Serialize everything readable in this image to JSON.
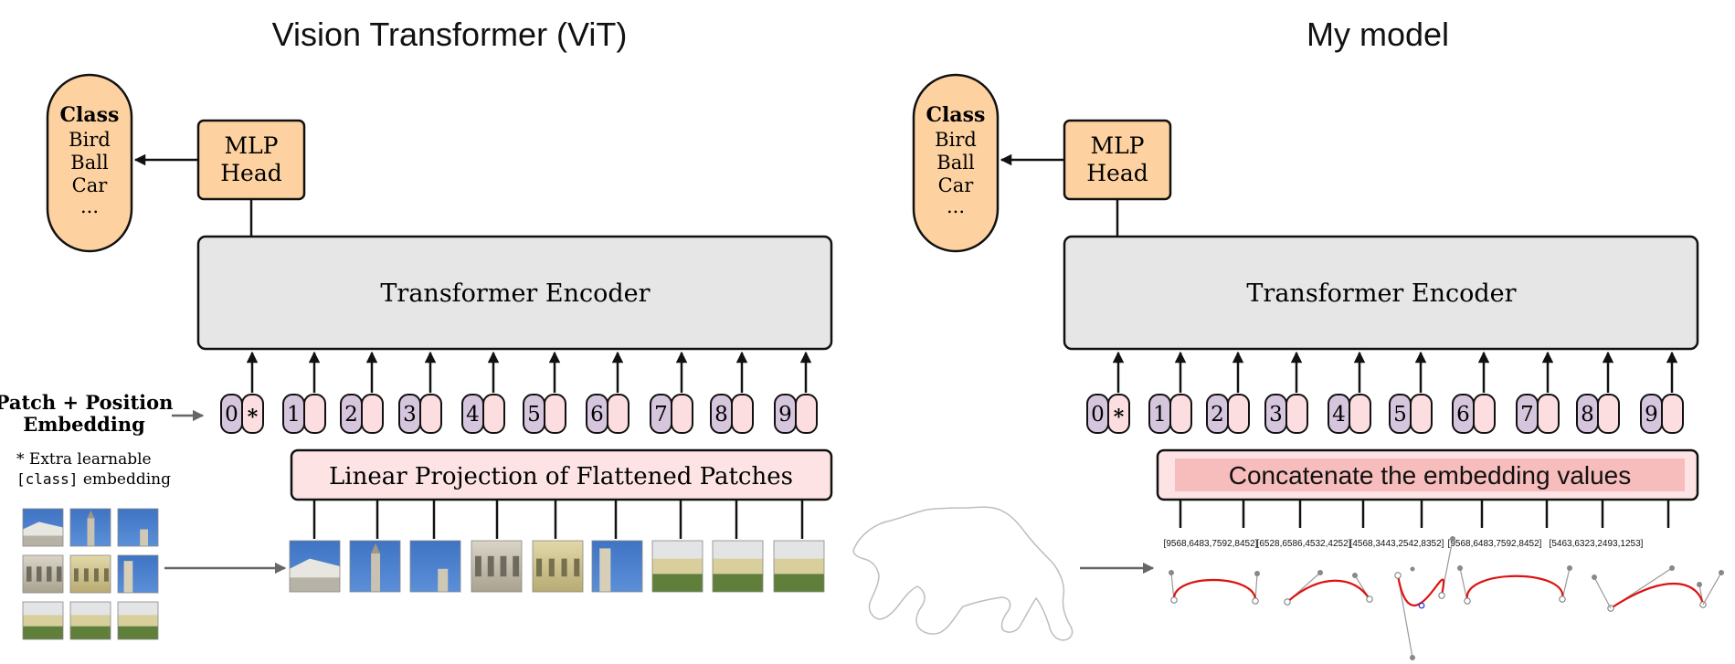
{
  "titles": {
    "left": "Vision Transformer (ViT)",
    "right": "My model"
  },
  "class_box": {
    "heading": "Class",
    "items": [
      "Bird",
      "Ball",
      "Car",
      "..."
    ]
  },
  "mlp_head": {
    "line1": "MLP",
    "line2": "Head"
  },
  "encoder": {
    "label": "Transformer Encoder"
  },
  "embedding_label": {
    "line1": "Patch + Position",
    "line2": "Embedding"
  },
  "extra_note": {
    "line1": "* Extra learnable",
    "code": "[class]",
    "rest": " embedding"
  },
  "token_numbers": [
    "0",
    "1",
    "2",
    "3",
    "4",
    "5",
    "6",
    "7",
    "8",
    "9"
  ],
  "class_token_mark": "*",
  "projection_left": "Linear Projection of Flattened Patches",
  "projection_right": "Concatenate the embedding values",
  "curve_values": [
    "[9568,6483,7592,8452]",
    "[6528,6586,4532,4252]",
    "[4568,3443,2542,8352]",
    "[9568,6483,7592,8452]",
    "[5463,6323,2493,1253]"
  ],
  "colors": {
    "orange_fill": "#fdd2a0",
    "encoder_fill": "#e6e6e6",
    "token_purple": "#d6c6dd",
    "token_pink": "#fcdde0",
    "projection_fill": "#fde3e3",
    "highlight": "#f7bcbc",
    "curve_red": "#dd1111",
    "arrow_gray": "#666666"
  },
  "icons": {
    "image_grid": "photo-thumbnail-icon",
    "bear_outline": "bear-silhouette-icon",
    "bezier_curve": "bezier-curve-icon"
  }
}
